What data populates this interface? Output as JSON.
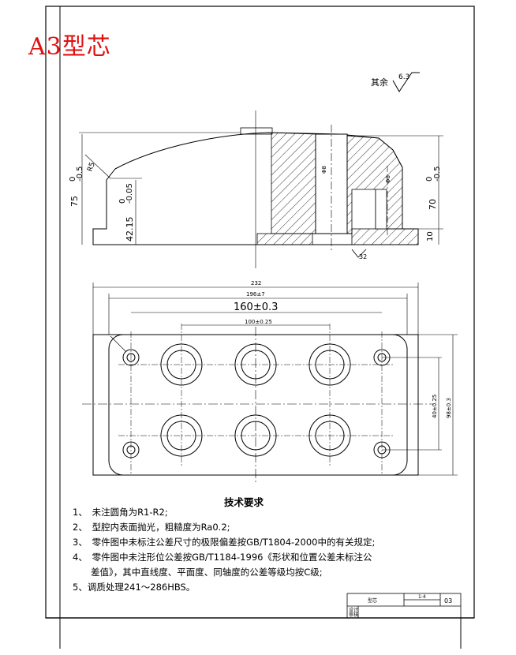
{
  "header": {
    "title": "A3型芯"
  },
  "surface_finish": {
    "label": "其余",
    "value": "6.3"
  },
  "section_view": {
    "dim_total_height": "75",
    "dim_total_height_tol_upper": "0",
    "dim_total_height_tol_lower": "-0.5",
    "dim_mid_height": "42.15",
    "dim_mid_tol_upper": "0",
    "dim_mid_tol_lower": "-0.05",
    "dim_right_height": "70",
    "dim_right_tol_upper": "0",
    "dim_right_tol_lower": "-0.5",
    "dim_base": "10",
    "dim_radius_small": "5",
    "dim_angle": "R5",
    "dim_hole_1": "Φ8",
    "dim_hole_2": "Φ8",
    "dim_bottom": "32"
  },
  "plan_view": {
    "dim_overall": "232",
    "dim_hole_span": "196±7",
    "dim_center_span": "160±0.3",
    "dim_inner_span": "100±0.25",
    "dim_vertical_1": "40±0.25",
    "dim_vertical_2": "98±0.3"
  },
  "tech_requirements": {
    "title": "技术要求",
    "items": [
      "1、　未注圆角为R1-R2;",
      "2、　型腔内表面抛光，粗糙度为Ra0.2;",
      "3、　零件图中未标注公差尺寸的极限偏差按GB/T1804-2000中的有关规定;",
      "4、　零件图中未注形位公差按GB/T1184-1996《形状和位置公差未标注公",
      "　　差值》，其中直线度、平面度、同轴度的公差等级均按C级;",
      "5、调质处理241～286HBS。"
    ]
  },
  "title_block": {
    "part_name": "型芯",
    "scale": "1:4",
    "sheet_code": "03",
    "row_label_1": "设计",
    "row_label_2": "审核"
  }
}
